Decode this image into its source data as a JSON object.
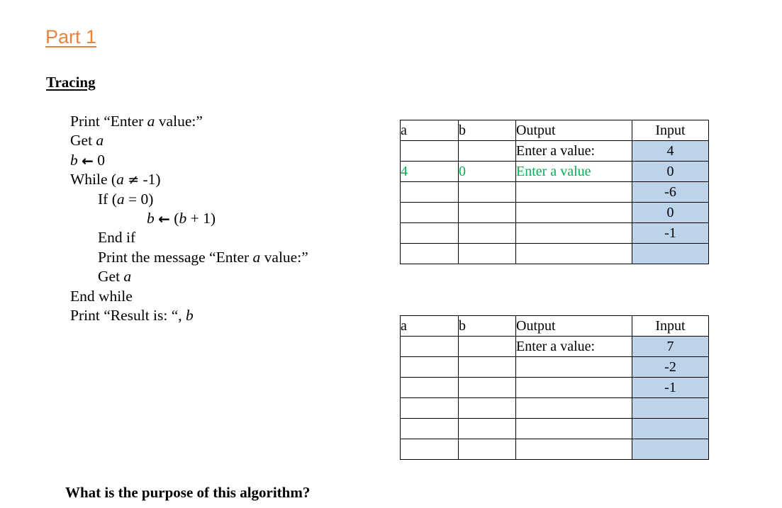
{
  "slide": {
    "part_title": "Part 1",
    "section_title": "Tracing",
    "closing_question": "What is the purpose of this algorithm?"
  },
  "colors": {
    "title_orange": "#E8833C",
    "trace_green": "#00AF50",
    "input_cell_blue": "#BDD3EA",
    "border_black": "#000000",
    "page_background": "#FFFFFF"
  },
  "pseudocode": {
    "lines": [
      {
        "indent": 0,
        "text": "Print “Enter a value:”"
      },
      {
        "indent": 0,
        "text": "Get a"
      },
      {
        "indent": 0,
        "text": "b ← 0"
      },
      {
        "indent": 0,
        "text": "While (a ≠ -1)"
      },
      {
        "indent": 1,
        "text": "If (a = 0)"
      },
      {
        "indent": 2,
        "text": "b ← (b + 1)"
      },
      {
        "indent": 1,
        "text": "End if"
      },
      {
        "indent": 1,
        "text": "Print the message “Enter a value:”"
      },
      {
        "indent": 1,
        "text": "Get a"
      },
      {
        "indent": 0,
        "text": "End while"
      },
      {
        "indent": 0,
        "text": "Print “Result is: “, b"
      }
    ]
  },
  "tables": [
    {
      "id": "trace-table-1",
      "headers": [
        "a",
        "b",
        "Output",
        "Input"
      ],
      "rows": [
        {
          "a": "",
          "b": "",
          "output": "Enter a value:",
          "input": "4",
          "green": false
        },
        {
          "a": "4",
          "b": "0",
          "output": "Enter a value",
          "input": "0",
          "green": true
        },
        {
          "a": "",
          "b": "",
          "output": "",
          "input": "-6",
          "green": false
        },
        {
          "a": "",
          "b": "",
          "output": "",
          "input": "0",
          "green": false
        },
        {
          "a": "",
          "b": "",
          "output": "",
          "input": "-1",
          "green": false
        },
        {
          "a": "",
          "b": "",
          "output": "",
          "input": "",
          "green": false
        }
      ]
    },
    {
      "id": "trace-table-2",
      "headers": [
        "a",
        "b",
        "Output",
        "Input"
      ],
      "rows": [
        {
          "a": "",
          "b": "",
          "output": "Enter a value:",
          "input": "7",
          "green": false
        },
        {
          "a": "",
          "b": "",
          "output": "",
          "input": "-2",
          "green": false
        },
        {
          "a": "",
          "b": "",
          "output": "",
          "input": "-1",
          "green": false
        },
        {
          "a": "",
          "b": "",
          "output": "",
          "input": "",
          "green": false
        },
        {
          "a": "",
          "b": "",
          "output": "",
          "input": "",
          "green": false
        },
        {
          "a": "",
          "b": "",
          "output": "",
          "input": "",
          "green": false
        }
      ]
    }
  ]
}
